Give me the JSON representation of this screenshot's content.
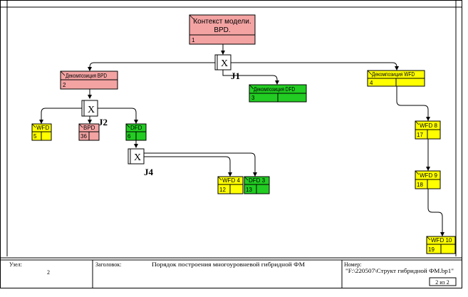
{
  "colors": {
    "pink": "#F4A3A3",
    "yellow": "#FFFF00",
    "green": "#22CC22",
    "line": "#000000"
  },
  "nodes": {
    "context": {
      "title": "Контекст модели.",
      "subtitle": "BPD.",
      "num": "1"
    },
    "n2": {
      "label": "Декомпозиция BPD",
      "num": "2"
    },
    "n3": {
      "label": "Декомпозиция DFD",
      "num": "3"
    },
    "n4": {
      "label": "Декомпозиция WFD",
      "num": "4"
    },
    "n5": {
      "label": "WFD",
      "num": "5"
    },
    "n36": {
      "label": "BPD",
      "num": "36"
    },
    "n6": {
      "label": "DFD",
      "num": "6"
    },
    "n12": {
      "label": "WFD 4",
      "num": "12"
    },
    "n13": {
      "label": "DFD 3",
      "num": "13"
    },
    "n17": {
      "label": "WFD 8",
      "num": "17"
    },
    "n18": {
      "label": "WFD 9",
      "num": "18"
    },
    "n19": {
      "label": "WFD 10",
      "num": "19"
    }
  },
  "junctions": {
    "j1": {
      "symbol": "X",
      "label": "J1"
    },
    "j2": {
      "symbol": "X",
      "label": "J2"
    },
    "j4": {
      "symbol": "X",
      "label": "J4"
    }
  },
  "footer": {
    "node_label": "Узел:",
    "node_value": "2",
    "title_label": "Заголовок:",
    "title_value": "Порядок построения многоуровневой гибридной ФМ",
    "number_label": "Номер:",
    "number_value": "\"F:\\220507\\Структ гибридной ФМ.bp1\"",
    "page": "2 из 2"
  }
}
